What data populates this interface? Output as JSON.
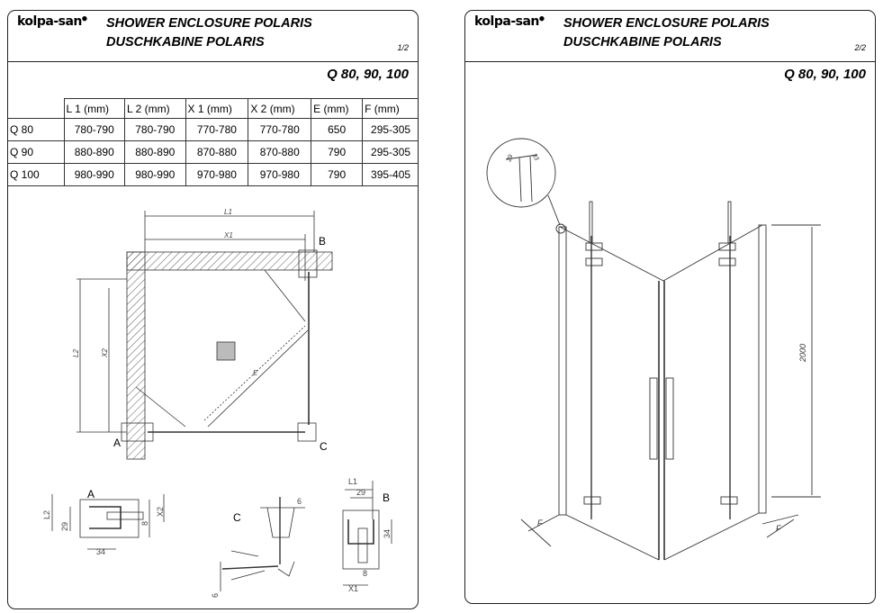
{
  "brand": "kolpa-san",
  "page1": {
    "title_en": "SHOWER ENCLOSURE POLARIS",
    "title_de": "DUSCHKABINE POLARIS",
    "page_number": "1/2",
    "models": "Q 80, 90, 100",
    "table": {
      "headers": [
        "",
        "L 1 (mm)",
        "L 2 (mm)",
        "X 1 (mm)",
        "X 2 (mm)",
        "E  (mm)",
        "F  (mm)"
      ],
      "rows": [
        [
          "Q 80",
          "780-790",
          "780-790",
          "770-780",
          "770-780",
          "650",
          "295-305"
        ],
        [
          "Q 90",
          "880-890",
          "880-890",
          "870-880",
          "870-880",
          "790",
          "295-305"
        ],
        [
          "Q 100",
          "980-990",
          "980-990",
          "970-980",
          "970-980",
          "790",
          "395-405"
        ]
      ]
    },
    "plan_labels": {
      "l1": "L1",
      "x1": "X1",
      "l2": "L2",
      "x2": "X2",
      "e": "E",
      "a": "A",
      "b": "B",
      "c": "C"
    },
    "detail_a": {
      "label": "A",
      "l2": "L2",
      "x2": "X2",
      "d29": "29",
      "d8": "8",
      "d34": "34"
    },
    "detail_c": {
      "label": "C",
      "d6a": "6",
      "d6b": "6"
    },
    "detail_b": {
      "label": "B",
      "l1": "L1",
      "x1": "X1",
      "d29": "29",
      "d34": "34",
      "d8": "8"
    }
  },
  "page2": {
    "title_en": "SHOWER ENCLOSURE POLARIS",
    "title_de": "DUSCHKABINE POLARIS",
    "page_number": "2/2",
    "models": "Q 80, 90, 100",
    "height": "2000",
    "f_left": "F",
    "f_right": "F",
    "detail_29": "29",
    "detail_33": "33"
  }
}
